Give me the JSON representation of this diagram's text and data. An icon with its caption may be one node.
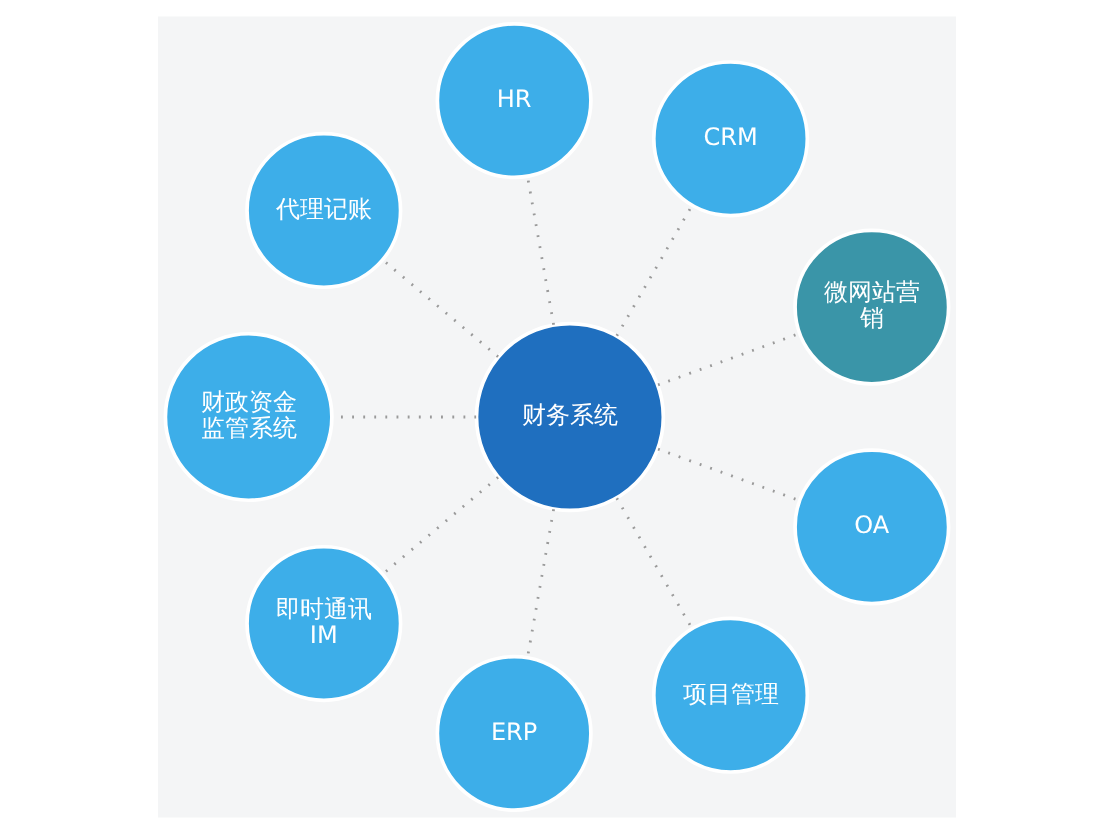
{
  "diagram": {
    "nodes": [
      {
        "text": [
          "财务系统"
        ]
      },
      {
        "text": [
          "微网站营销"
        ]
      },
      {
        "text": [
          "CRM"
        ]
      },
      {
        "text": [
          "HR"
        ]
      },
      {
        "text": [
          "代理记账"
        ]
      },
      {
        "text": [
          "财政资金监管系统"
        ]
      },
      {
        "text": [
          "即时通讯IM"
        ]
      },
      {
        "text": [
          "ERP"
        ]
      },
      {
        "text": [
          "项目管理"
        ]
      },
      {
        "text": [
          "OA"
        ]
      }
    ],
    "edges": [
      {
        "from": 0,
        "to": 1,
        "arrow": "none",
        "style": "dashed"
      },
      {
        "from": 0,
        "to": 2,
        "arrow": "none",
        "style": "dashed"
      },
      {
        "from": 0,
        "to": 3,
        "arrow": "none",
        "style": "dashed"
      },
      {
        "from": 0,
        "to": 4,
        "arrow": "none",
        "style": "dashed"
      },
      {
        "from": 0,
        "to": 5,
        "arrow": "none",
        "style": "dashed"
      },
      {
        "from": 0,
        "to": 6,
        "arrow": "none",
        "style": "dashed"
      },
      {
        "from": 0,
        "to": 7,
        "arrow": "none",
        "style": "dashed"
      },
      {
        "from": 0,
        "to": 8,
        "arrow": "none",
        "style": "dashed"
      },
      {
        "from": 0,
        "to": 9,
        "arrow": "none",
        "style": "dashed"
      }
    ]
  }
}
